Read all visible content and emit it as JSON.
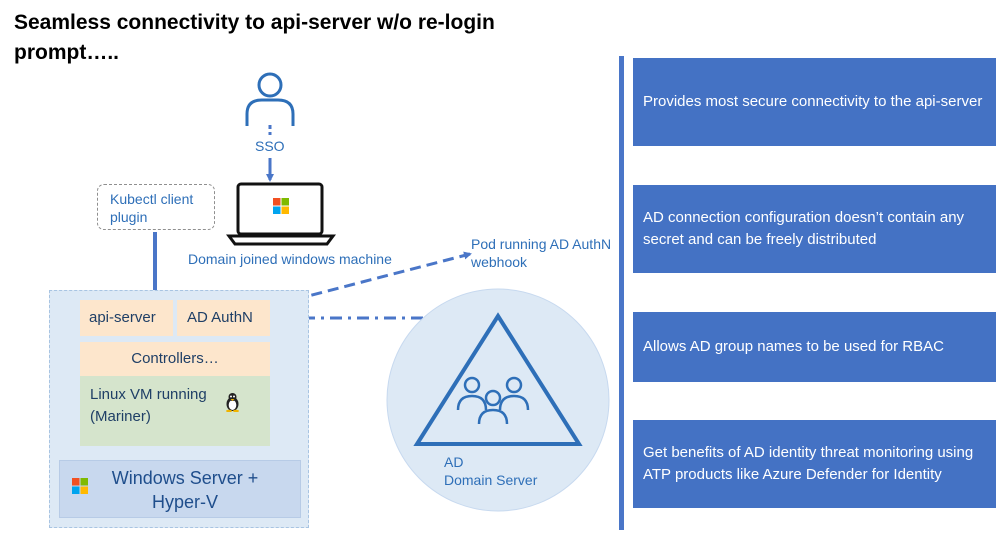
{
  "title": "Seamless connectivity to api-server w/o re-login prompt…..",
  "labels": {
    "sso": "SSO",
    "kubectl_plugin": "Kubectl client plugin",
    "domain_machine": "Domain joined windows machine",
    "pod_webhook": "Pod running AD AuthN webhook",
    "api_server": "api-server",
    "ad_authn": "AD AuthN",
    "controllers": "Controllers…",
    "linux_vm": "Linux VM running (Mariner)",
    "windows_server": "Windows Server + Hyper-V",
    "ad": "AD",
    "domain_server": "Domain Server"
  },
  "benefits": [
    "Provides most secure connectivity to the api-server",
    "AD connection configuration doesn’t contain any secret and can be freely distributed",
    "Allows AD group names to be used for RBAC",
    "Get benefits of AD identity threat monitoring using ATP products like Azure Defender for Identity"
  ],
  "icons": [
    "user-icon",
    "laptop-icon",
    "windows-logo-icon",
    "linux-penguin-icon",
    "ad-group-icon"
  ],
  "colors": {
    "accent_blue": "#4472c4",
    "arrow_blue": "#4a76c8",
    "text_blue": "#2e6fb8",
    "cluster_bg": "#dde9f5",
    "peach": "#fde6cc",
    "green": "#d5e4cc"
  }
}
